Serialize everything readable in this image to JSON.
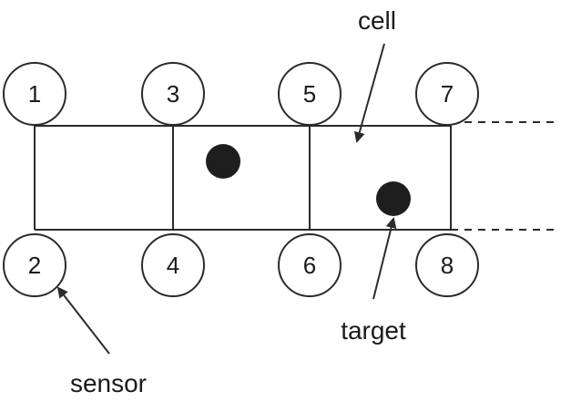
{
  "diagram": {
    "sensors": [
      {
        "id": "1",
        "label": "1"
      },
      {
        "id": "2",
        "label": "2"
      },
      {
        "id": "3",
        "label": "3"
      },
      {
        "id": "4",
        "label": "4"
      },
      {
        "id": "5",
        "label": "5"
      },
      {
        "id": "6",
        "label": "6"
      },
      {
        "id": "7",
        "label": "7"
      },
      {
        "id": "8",
        "label": "8"
      }
    ],
    "annotations": {
      "cell": "cell",
      "target": "target",
      "sensor": "sensor"
    },
    "colors": {
      "line": "#2b2b2b",
      "target_fill": "#1e1e1e",
      "background": "#ffffff"
    }
  }
}
